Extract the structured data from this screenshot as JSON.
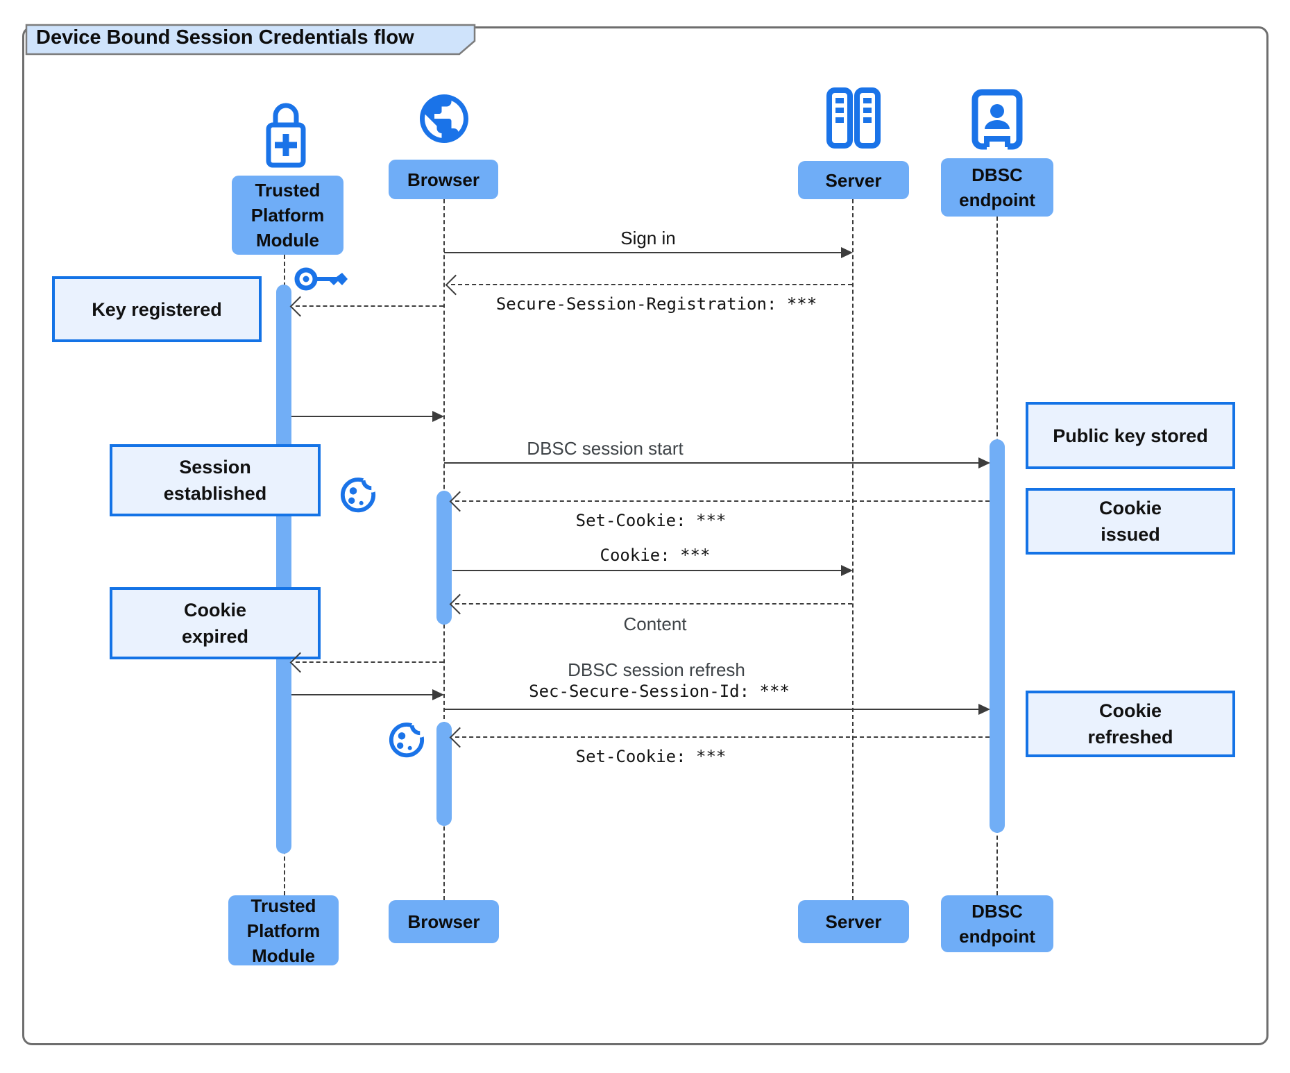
{
  "title": "Device Bound Session Credentials flow",
  "actors": {
    "tpm": {
      "label": "Trusted\nPlatform\nModule",
      "icon": "lock-plus-icon"
    },
    "browser": {
      "label": "Browser",
      "icon": "globe-icon"
    },
    "server": {
      "label": "Server",
      "icon": "server-rack-icon"
    },
    "dbsc": {
      "label": "DBSC\nendpoint",
      "icon": "person-portal-icon"
    }
  },
  "messages": {
    "sign_in": "Sign in",
    "secure_session_registration": "Secure-Session-Registration: ***",
    "dbsc_session_start": "DBSC session start",
    "set_cookie_1": "Set-Cookie: ***",
    "cookie": "Cookie: ***",
    "content": "Content",
    "dbsc_session_refresh": "DBSC session refresh",
    "sec_secure_session_id": "Sec-Secure-Session-Id: ***",
    "set_cookie_2": "Set-Cookie: ***"
  },
  "notes": {
    "key_registered": "Key registered",
    "session_established": "Session\nestablished",
    "cookie_expired": "Cookie\nexpired",
    "public_key_stored": "Public key stored",
    "cookie_issued": "Cookie\nissued",
    "cookie_refreshed": "Cookie\nrefreshed"
  },
  "colors": {
    "icon_blue": "#1a73e8",
    "actor_label_fill": "#6fadf7",
    "activation_bar_fill": "#71aef6",
    "note_fill": "#eaf2fe",
    "note_border": "#1473e6",
    "title_fill": "#cfe3fb"
  }
}
